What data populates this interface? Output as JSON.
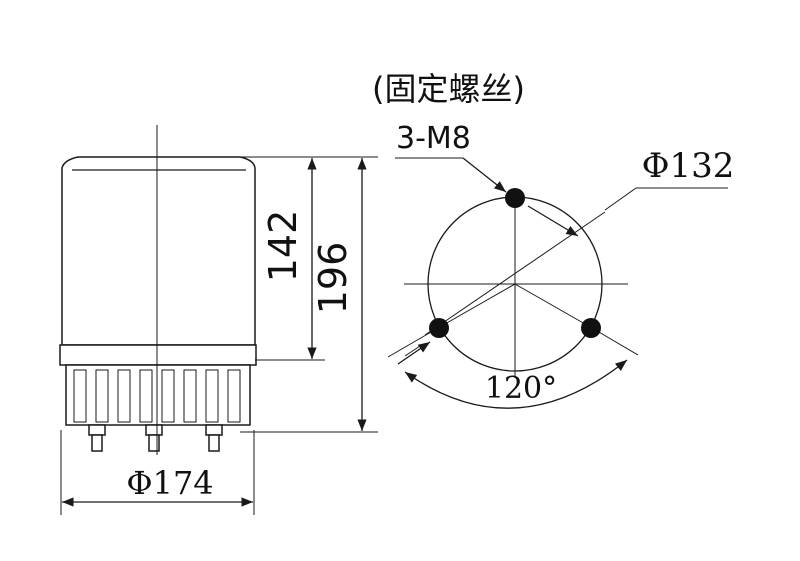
{
  "drawing": {
    "side_view": {
      "dim_height_inner": "142",
      "dim_height_total": "196",
      "dim_diameter": "Φ174"
    },
    "top_view": {
      "note": "(固定螺丝)",
      "bolt_spec": "3-M8",
      "bolt_circle_diameter": "Φ132",
      "bolt_angle": "120°"
    }
  }
}
